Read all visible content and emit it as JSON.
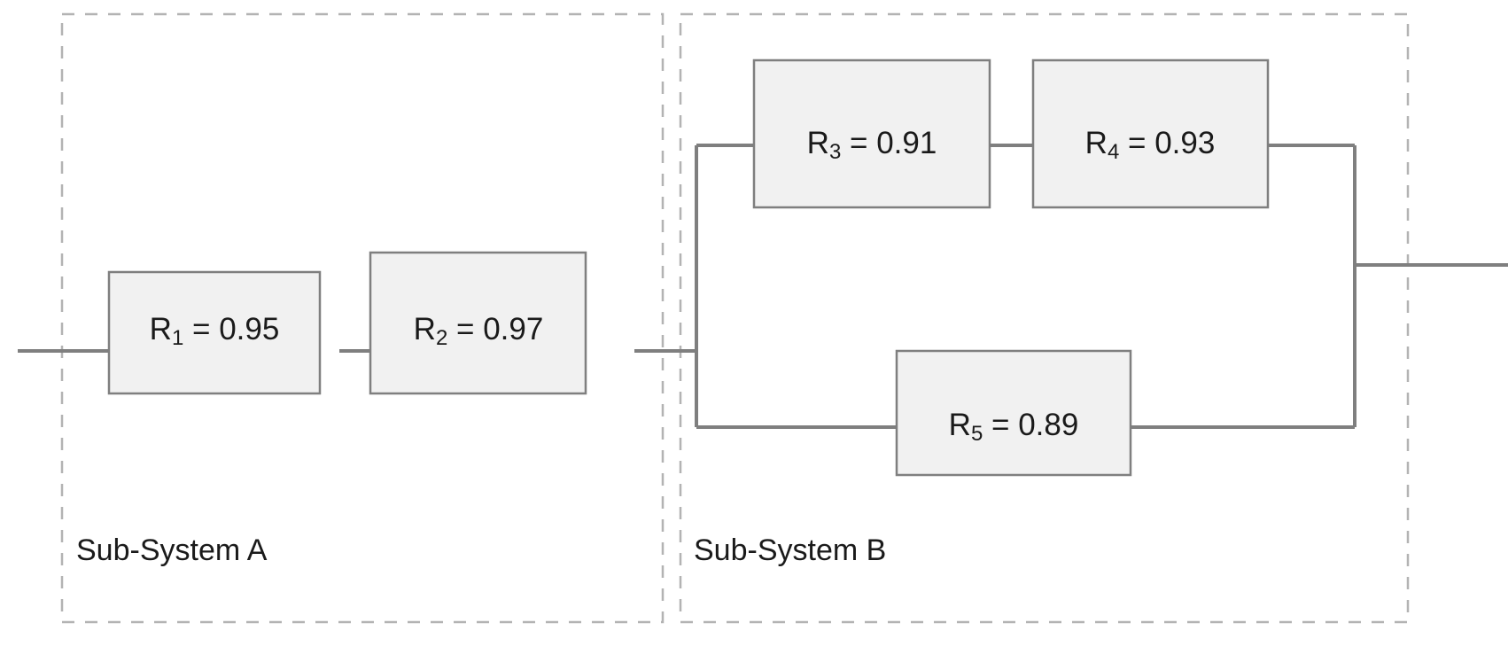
{
  "diagram": {
    "type": "reliability-block-diagram",
    "groups": [
      {
        "id": "A",
        "label": "Sub-System A"
      },
      {
        "id": "B",
        "label": "Sub-System B"
      }
    ],
    "blocks": [
      {
        "id": "R1",
        "symbol": "R",
        "subscript": "1",
        "equals": " = ",
        "value": "0.95",
        "label": "R1 = 0.95",
        "group": "A",
        "arrangement": "series"
      },
      {
        "id": "R2",
        "symbol": "R",
        "subscript": "2",
        "equals": " = ",
        "value": "0.97",
        "label": "R2 = 0.97",
        "group": "A",
        "arrangement": "series"
      },
      {
        "id": "R3",
        "symbol": "R",
        "subscript": "3",
        "equals": " = ",
        "value": "0.91",
        "label": "R3 = 0.91",
        "group": "B",
        "arrangement": "parallel-top"
      },
      {
        "id": "R4",
        "symbol": "R",
        "subscript": "4",
        "equals": " = ",
        "value": "0.93",
        "label": "R4 = 0.93",
        "group": "B",
        "arrangement": "parallel-top"
      },
      {
        "id": "R5",
        "symbol": "R",
        "subscript": "5",
        "equals": " = ",
        "value": "0.89",
        "label": "R5 = 0.89",
        "group": "B",
        "arrangement": "parallel-bottom"
      }
    ],
    "colors": {
      "block_fill": "#f1f1f1",
      "block_stroke": "#7f7f7f",
      "wire": "#7f7f7f",
      "group_border": "#b3b3b3",
      "text": "#1a1a1a",
      "background": "#ffffff"
    }
  }
}
